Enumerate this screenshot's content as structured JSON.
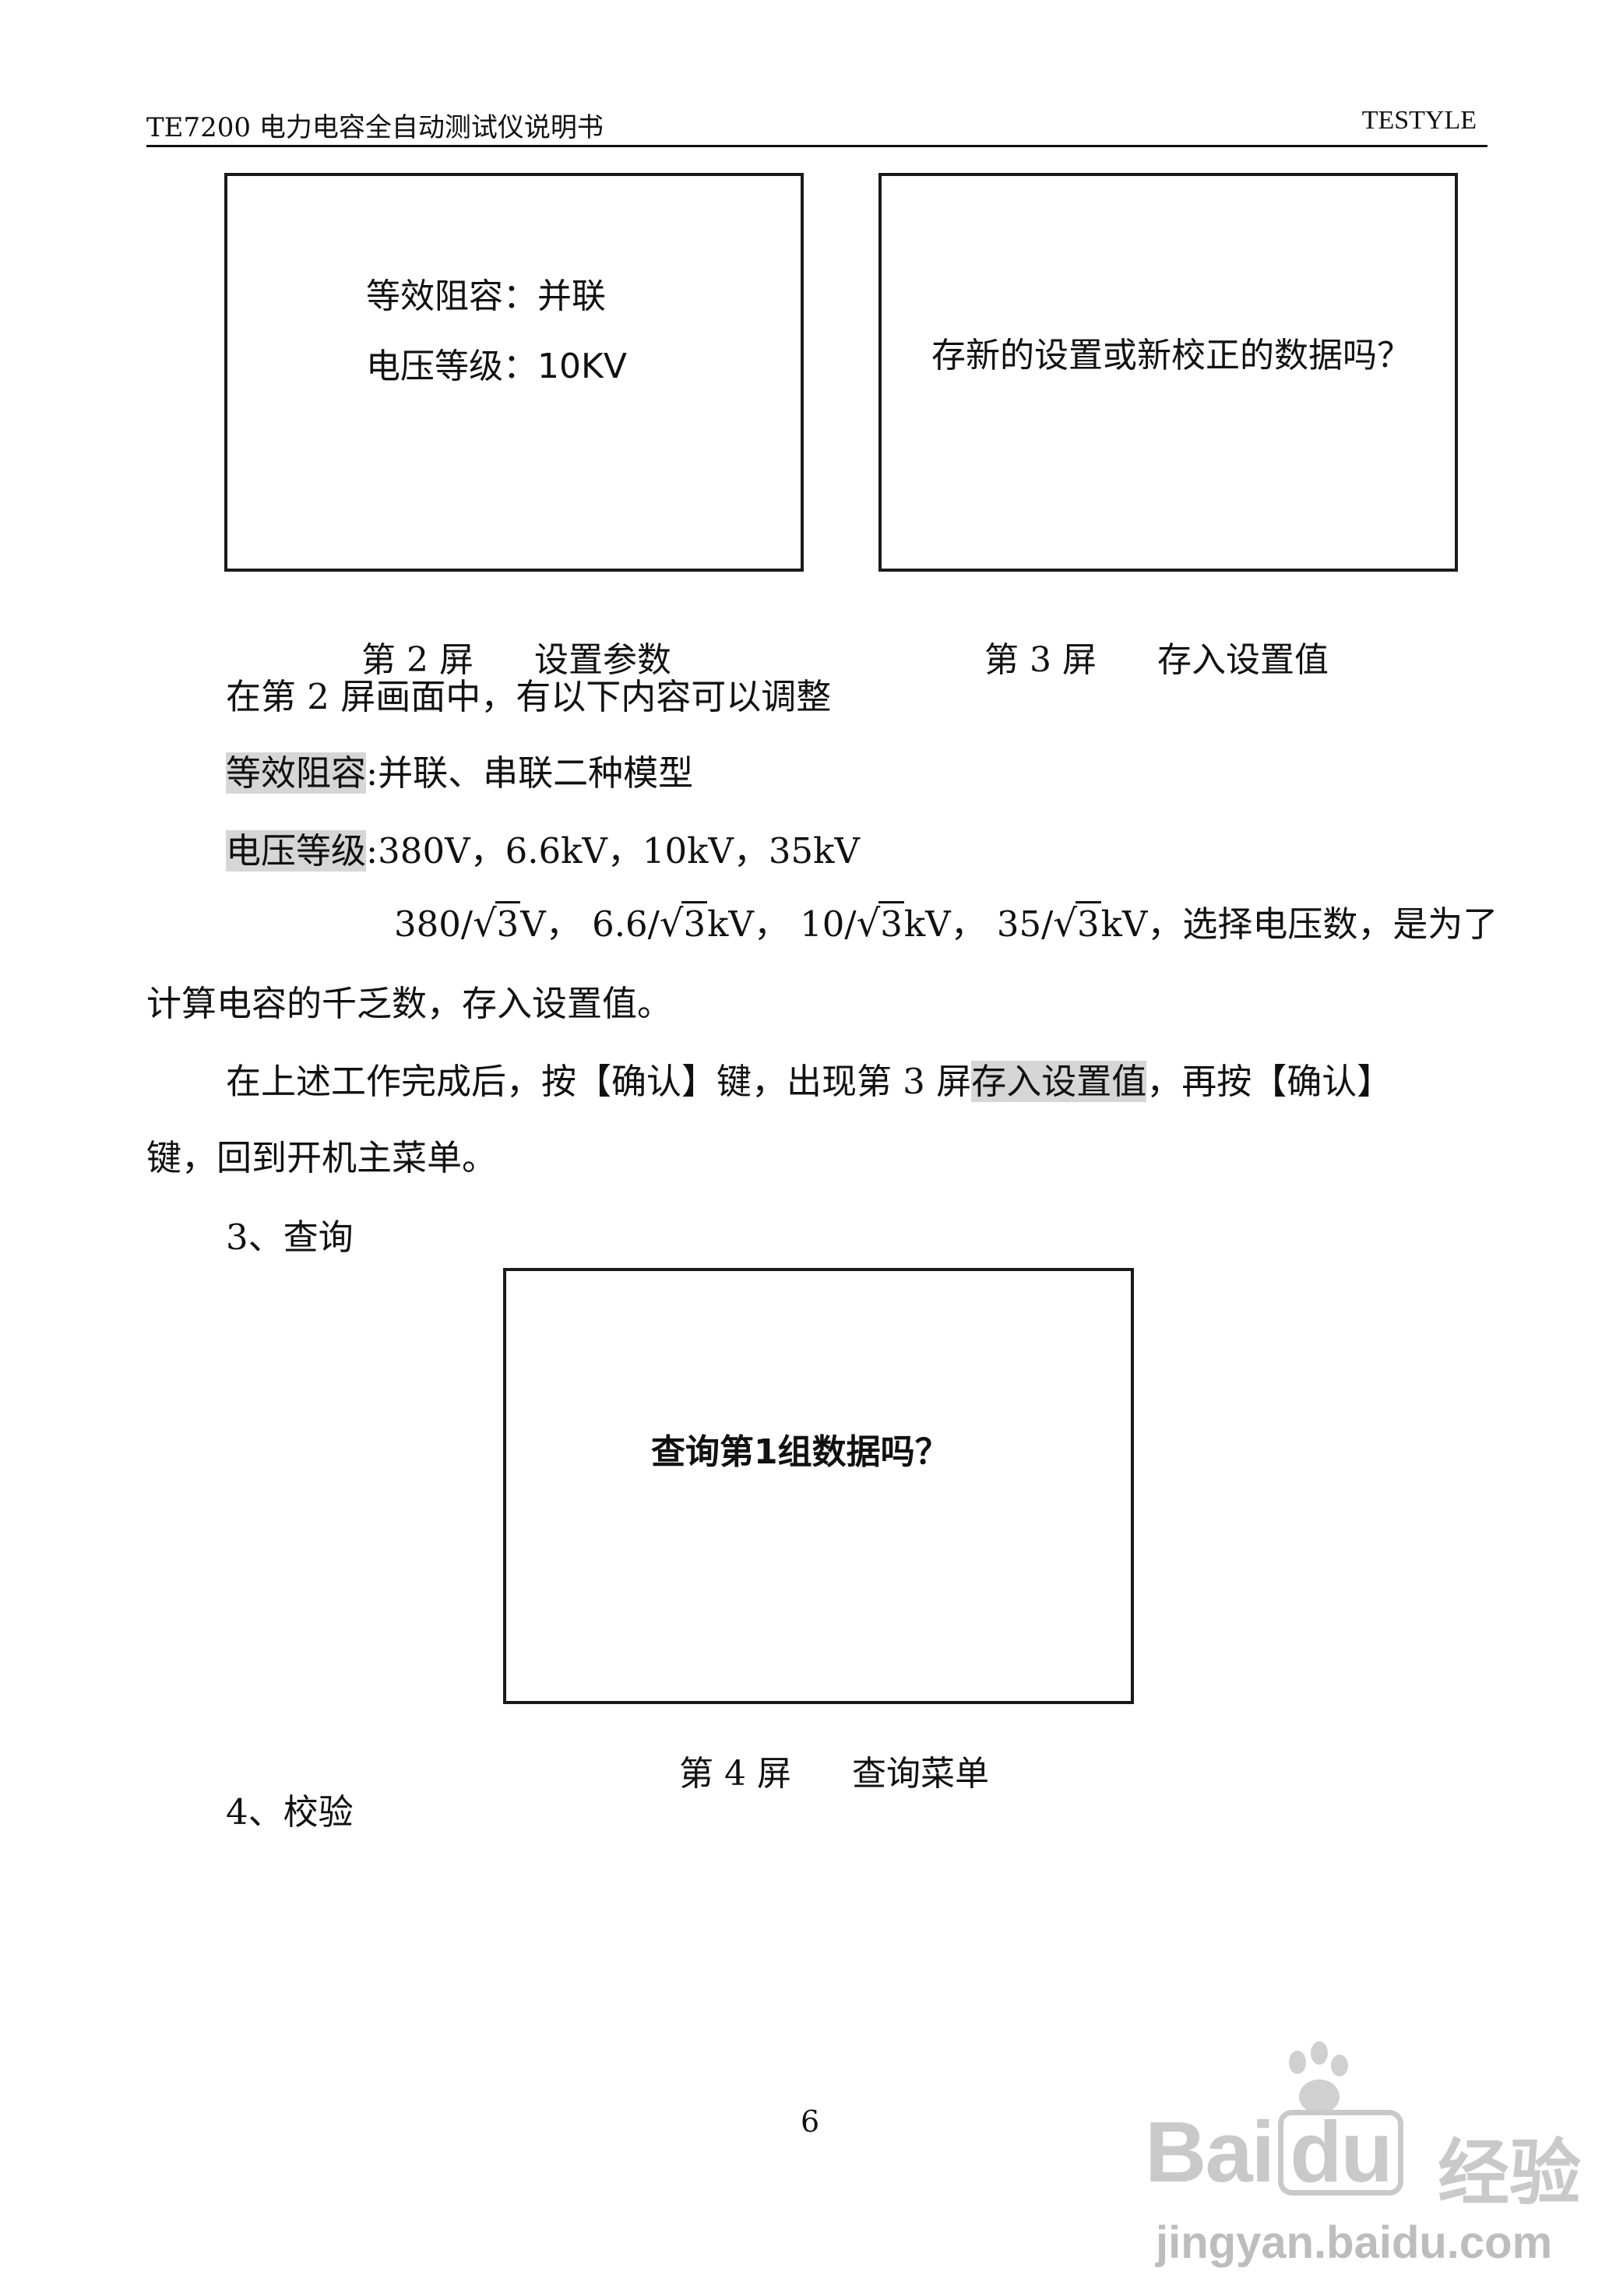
{
  "header": {
    "left": "TE7200 电力电容全自动测试仪说明书",
    "right": "TESTYLE"
  },
  "screen2": {
    "line1": "等效阻容：并联",
    "line2": "电压等级：10KV"
  },
  "screen3": {
    "line1": "存新的设置或新校正的数据吗？"
  },
  "caption2": {
    "num": "第 2 屏",
    "title": "设置参数"
  },
  "caption3": {
    "num": "第 3 屏",
    "title": "存入设置值"
  },
  "para1": "在第 2 屏画面中，有以下内容可以调整",
  "para2": {
    "label": "等效阻容",
    "text": ":并联、串联二种模型"
  },
  "para3": {
    "label": "电压等级",
    "text": ":380V，6.6kV，10kV，35kV"
  },
  "para4": {
    "v1": "380/",
    "u1": "V，",
    "v2": "6.6/",
    "u2": "kV，",
    "v3": "10/",
    "u3": "kV，",
    "v4": "35/",
    "u4": "kV，选择电压数，是为了",
    "root": "3",
    "radical": "√"
  },
  "para5": "计算电容的千乏数，存入设置值。",
  "para6": {
    "pre": "在上述工作完成后，按【确认】键，出现第 3 屏",
    "hl": "存入设置值",
    "post": "，再按【确认】"
  },
  "para7": "键，回到开机主菜单。",
  "section3": "3、查询",
  "screen4": {
    "line1": "查询第1组数据吗？"
  },
  "caption4": {
    "num": "第 4 屏",
    "title": "查询菜单"
  },
  "section4": "4、校验",
  "page_number": "6",
  "watermark": {
    "brand": "Bai",
    "brand2": "du",
    "jingyan": "经验",
    "url": "jingyan.baidu.com"
  }
}
